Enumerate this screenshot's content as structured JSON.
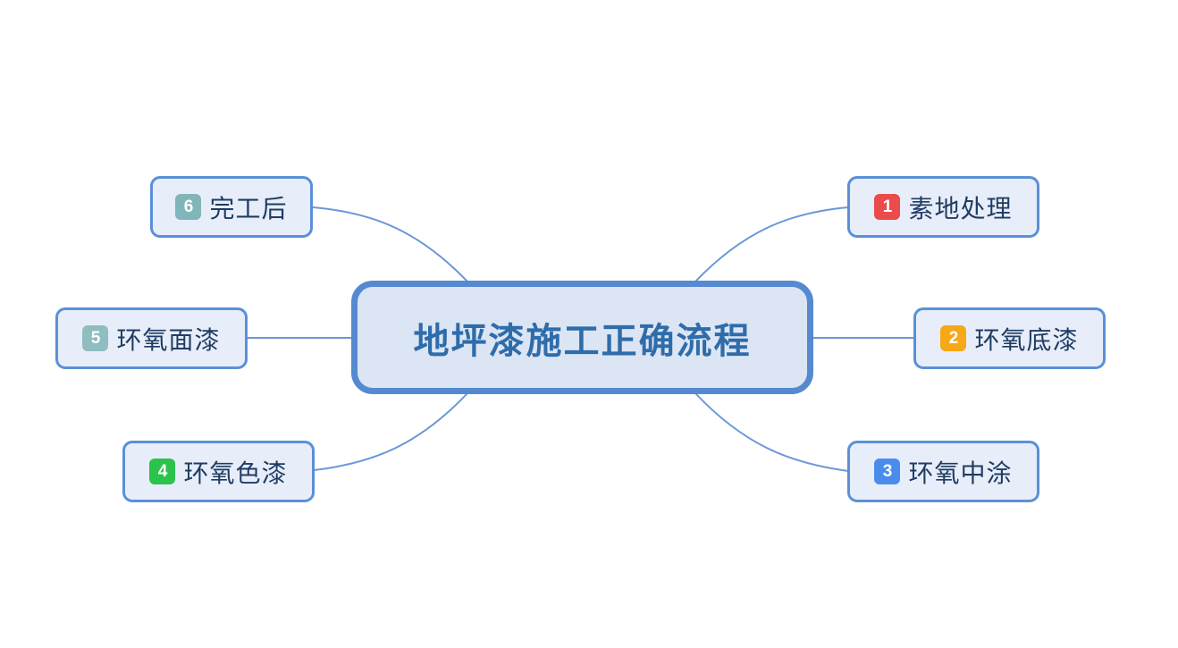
{
  "title": "地坪漆施工正确流程",
  "colors": {
    "background": "#ffffff",
    "connector": "#6a97da",
    "central_fill": "#dbe5f4",
    "central_border": "#5589d0",
    "central_text": "#2e6caa",
    "node_fill": "#e8eef9",
    "node_border": "#5b90d8",
    "node_text": "#1f3c63"
  },
  "center": {
    "label": "地坪漆施工正确流程"
  },
  "nodes": [
    {
      "number": "1",
      "label": "素地处理",
      "badge_color": "#ea4b4b",
      "position": "right-top"
    },
    {
      "number": "2",
      "label": "环氧底漆",
      "badge_color": "#f7a816",
      "position": "right-middle"
    },
    {
      "number": "3",
      "label": "环氧中涂",
      "badge_color": "#4a8cec",
      "position": "right-bottom"
    },
    {
      "number": "4",
      "label": "环氧色漆",
      "badge_color": "#2bc24e",
      "position": "left-bottom"
    },
    {
      "number": "5",
      "label": "环氧面漆",
      "badge_color": "#90bdbf",
      "position": "left-middle"
    },
    {
      "number": "6",
      "label": "完工后",
      "badge_color": "#80b6b9",
      "position": "left-top"
    }
  ]
}
